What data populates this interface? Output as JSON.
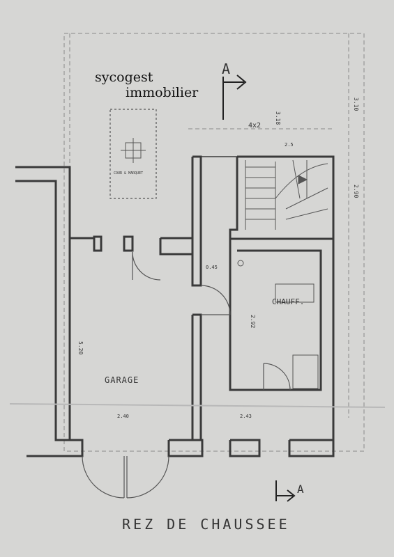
{
  "watermark": {
    "line1": "sycogest",
    "line2": "immobilier"
  },
  "plan": {
    "title": "REZ DE CHAUSSEE",
    "rooms": {
      "garage": "GARAGE",
      "chauff": "CHAUFF.",
      "cour_marker": "COUR & MARQUET"
    },
    "section_marker": "A",
    "dims": {
      "top_width": "4x2",
      "left_top": "3.18",
      "right_top": "3.10",
      "right_mid": "2.90",
      "garage_h": "5.20",
      "chauff_h": "2.92",
      "wall_a": "0.45",
      "stair_note": "2.5",
      "bottom_1": "2.40",
      "bottom_2": "2.43"
    }
  }
}
